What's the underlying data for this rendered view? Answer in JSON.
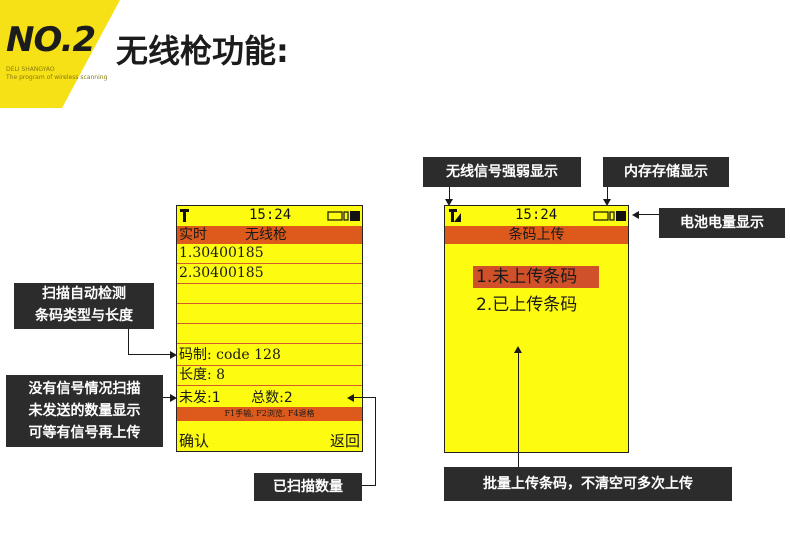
{
  "header": {
    "badge": "NO.2",
    "subtitle_lines": [
      "DELI SHANGYAO",
      "The program of wireless scanning"
    ],
    "title": "无线枪功能:"
  },
  "screen1": {
    "clock": "15:24",
    "header_left": "实时",
    "header_title": "无线枪",
    "codes": [
      "1.30400185",
      "2.30400185"
    ],
    "code_type": "码制: code 128",
    "length": "长度: 8",
    "unsent_label": "未发:",
    "unsent_value": "1",
    "total_label": "总数:",
    "total_value": "2",
    "function_bar": "F1手输, F2浏览, F4退格",
    "confirm": "确认",
    "back": "返回"
  },
  "screen2": {
    "clock": "15:24",
    "header_title": "条码上传",
    "menu_item_1": "1.未上传条码",
    "menu_item_2": "2.已上传条码"
  },
  "callouts": {
    "auto_detect": [
      "扫描自动检测",
      "条码类型与长度"
    ],
    "no_signal": [
      "没有信号情况扫描",
      "未发送的数量显示",
      "可等有信号再上传"
    ],
    "scanned_count": "已扫描数量",
    "signal_strength": "无线信号强弱显示",
    "memory_display": "内存存储显示",
    "battery_display": "电池电量显示",
    "batch_upload": "批量上传条码，不清空可多次上传"
  },
  "colors": {
    "brand_yellow": "#f6e016",
    "screen_yellow": "#fdfb10",
    "header_orange": "#dd5a1c",
    "callout_dark": "#2c2c2c"
  }
}
